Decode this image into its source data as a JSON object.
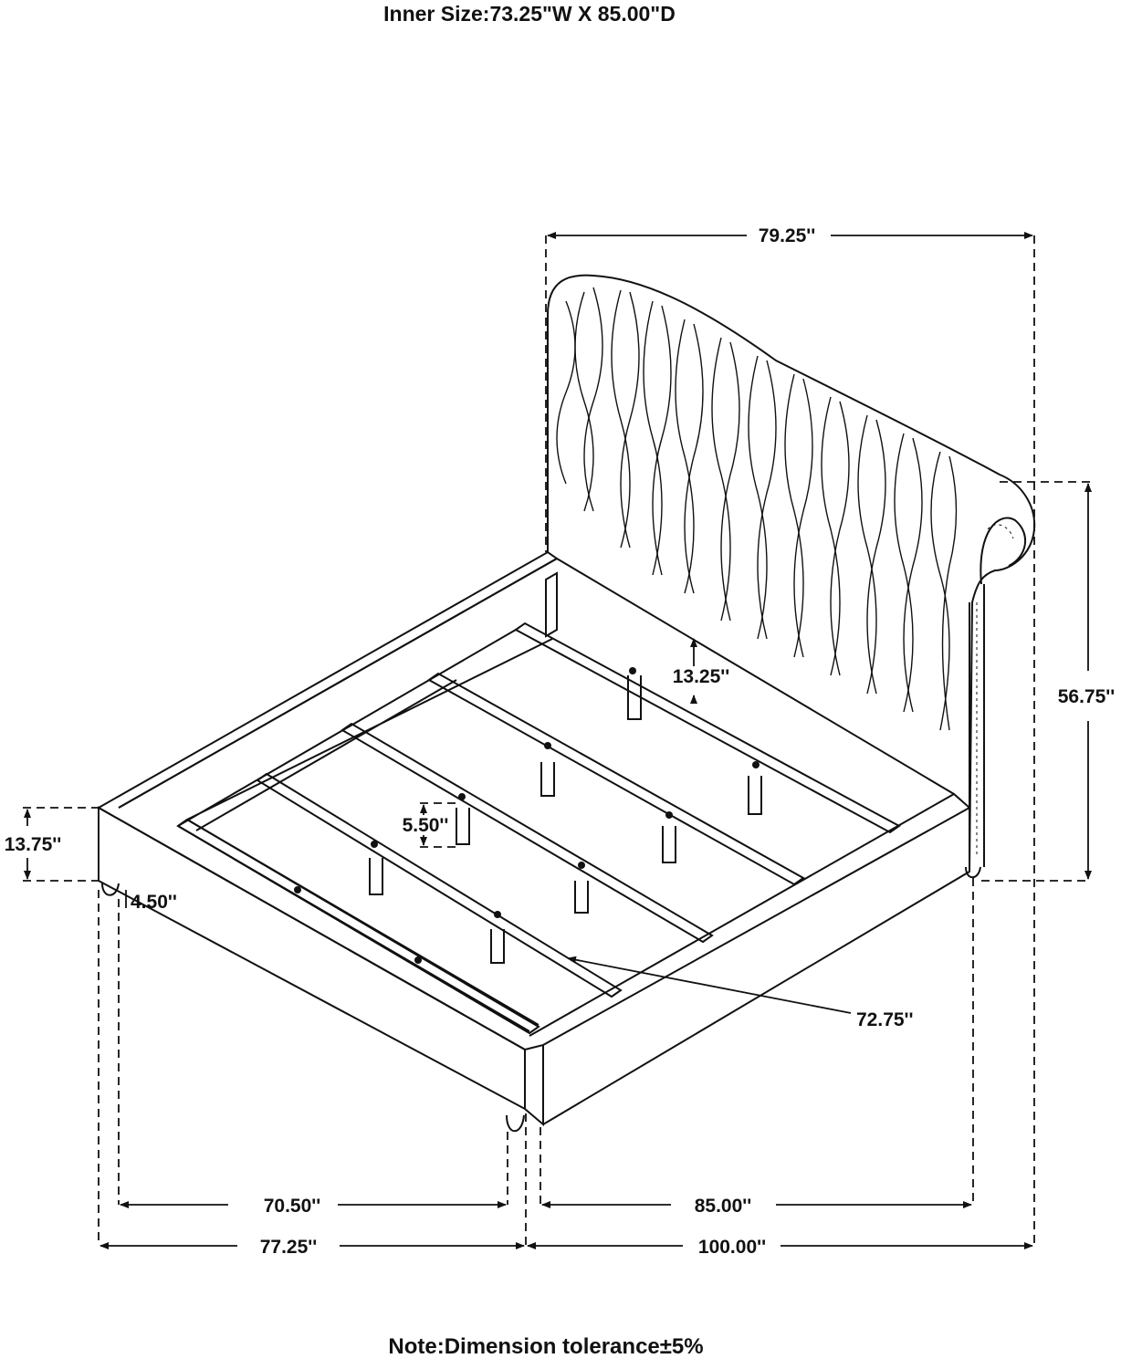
{
  "header": {
    "inner_size": "Inner Size:73.25\"W X 85.00\"D"
  },
  "dimensions": {
    "headboard_width": "79.25''",
    "headboard_height": "56.75''",
    "rail_height": "13.75''",
    "leg_height": "4.50''",
    "slat_clearance": "13.25''",
    "support_leg": "5.50''",
    "slat_length": "72.75''",
    "inner_front_width": "70.50''",
    "inner_side_length": "85.00''",
    "overall_width": "77.25''",
    "overall_length": "100.00''"
  },
  "footer": {
    "note": "Note:Dimension tolerance±5%"
  }
}
